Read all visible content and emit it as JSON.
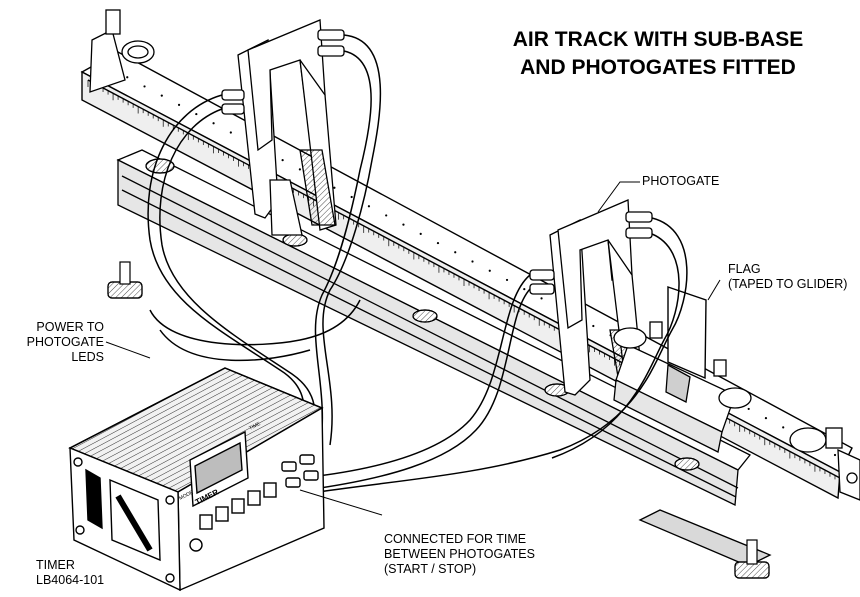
{
  "title": {
    "line1": "AIR TRACK WITH SUB-BASE",
    "line2": "AND PHOTOGATES FITTED"
  },
  "labels": {
    "photogate": "PHOTOGATE",
    "flag_line1": "FLAG",
    "flag_line2": "(TAPED TO GLIDER)",
    "power_line1": "POWER TO",
    "power_line2": "PHOTOGATE",
    "power_line3": "LEDS",
    "connected_line1": "CONNECTED FOR TIME",
    "connected_line2": "BETWEEN PHOTOGATES",
    "connected_line3": "(START / STOP)",
    "timer_line1": "TIMER",
    "timer_line2": "LB4064-101"
  },
  "device_text": {
    "timer_brand": "TIMER",
    "panel_left": "MODE",
    "panel_top": "TIME"
  },
  "colors": {
    "line": "#000000",
    "fill": "#ffffff",
    "shade": "#d9d9d9",
    "dark": "#4a4a4a"
  }
}
